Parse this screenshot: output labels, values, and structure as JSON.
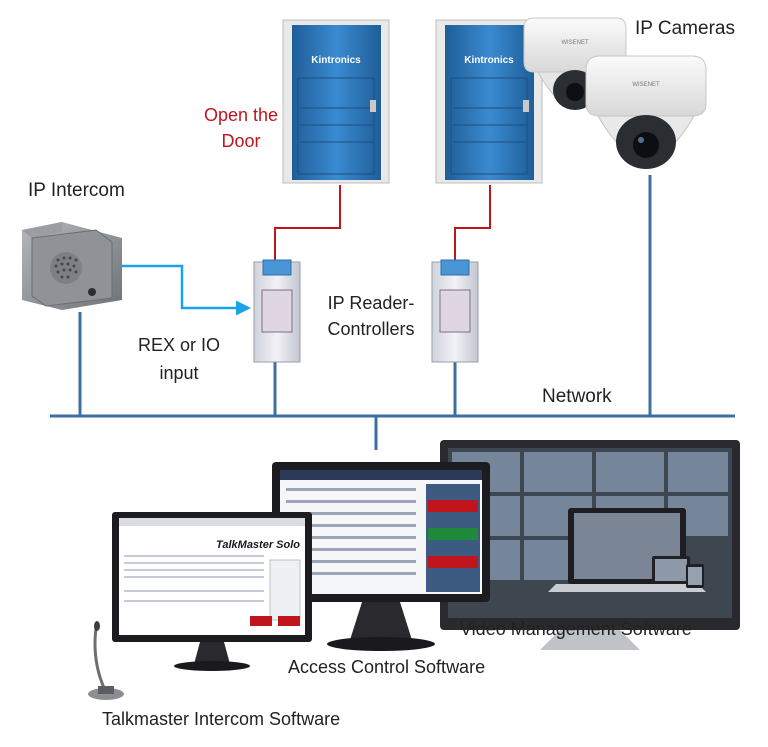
{
  "labels": {
    "ip_cameras": "IP Cameras",
    "open_door_line1": "Open the",
    "open_door_line2": "Door",
    "ip_intercom": "IP Intercom",
    "rex_line1": "REX or IO",
    "rex_line2": "input",
    "reader_line1": "IP Reader-",
    "reader_line2": "Controllers",
    "network": "Network",
    "video_mgmt": "Video Management Software",
    "access_control": "Access Control Software",
    "talkmaster_sw": "Talkmaster Intercom Software"
  },
  "door_brand": "Kintronics",
  "camera_brand": "WISENET",
  "app_brand": "TalkMaster Solo",
  "colors": {
    "network_line": "#3f6fa0",
    "door_wire": "#c0151c",
    "intercom_wire": "#1aa3e8",
    "door": "#2e78b8",
    "accent_red": "#c0151c"
  }
}
